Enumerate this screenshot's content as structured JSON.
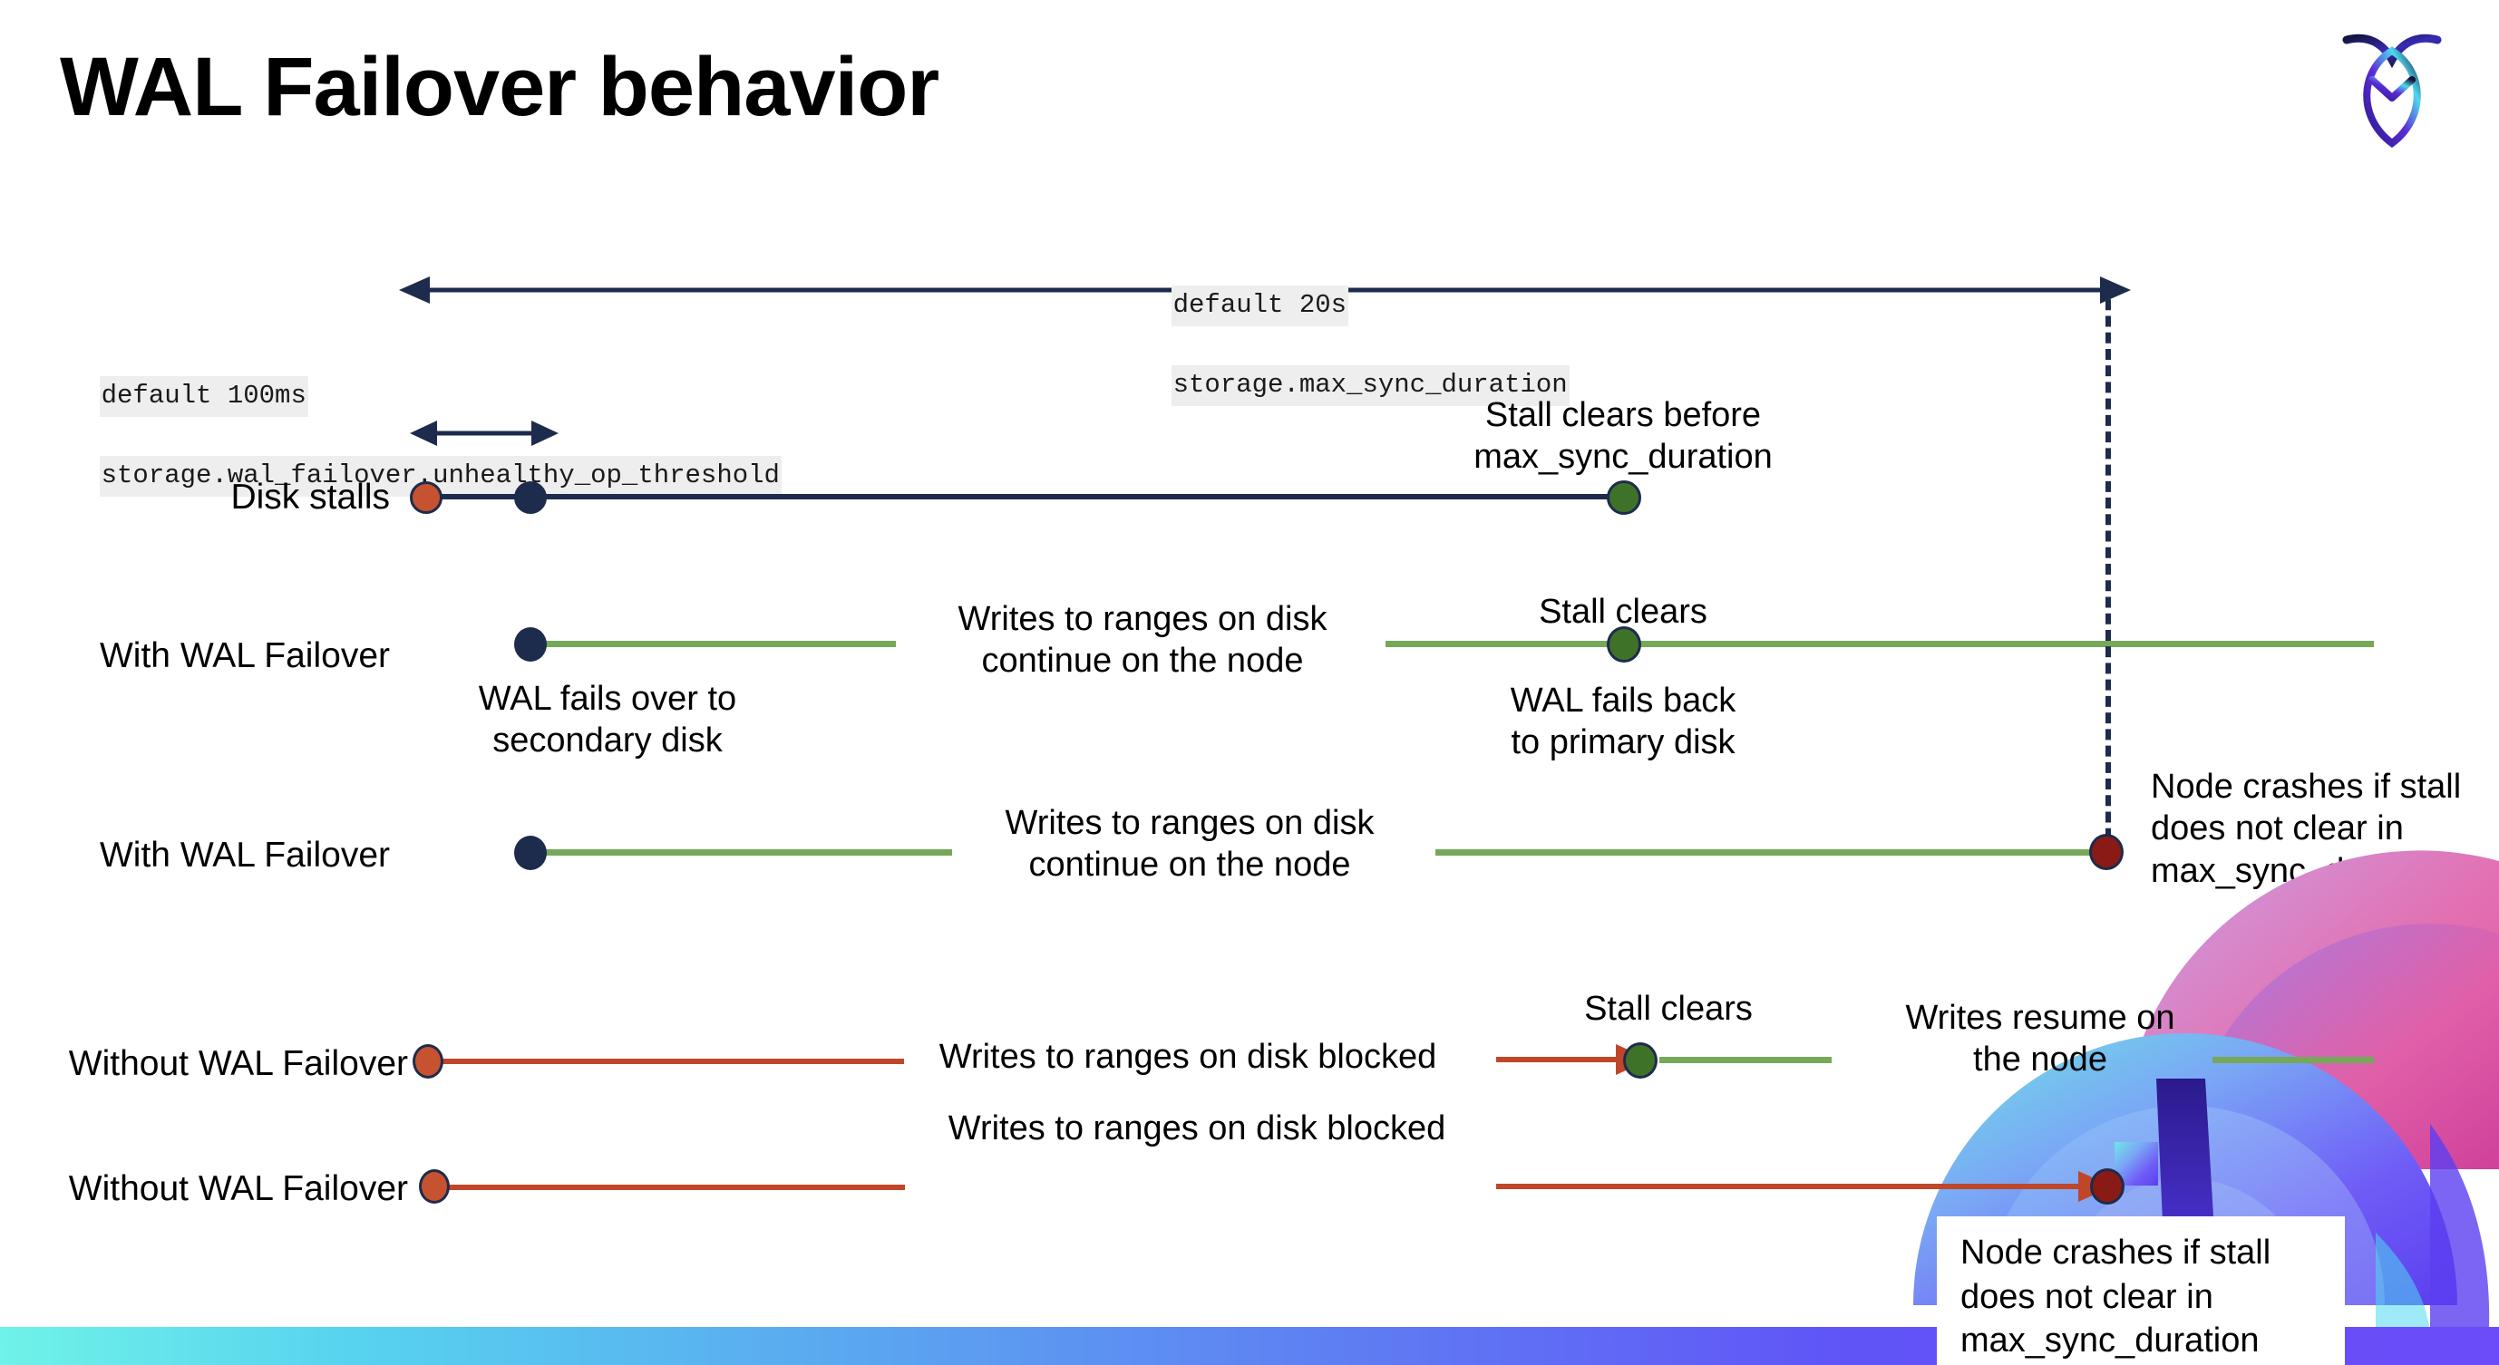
{
  "slide": {
    "title": "WAL Failover behavior",
    "logo_name": "cockroachdb-logo"
  },
  "settings": {
    "max_sync": {
      "default_line": "default 20s",
      "setting_line": "storage.max_sync_duration"
    },
    "unhealthy_op": {
      "default_line": "default 100ms",
      "setting_line": "storage.wal_failover.unhealthy_op_threshold"
    }
  },
  "rows": [
    {
      "label": "Disk stalls",
      "annotation_right": "Stall clears before\nmax_sync_duration"
    },
    {
      "label": "With WAL Failover",
      "annotation_mid": "Writes to ranges on disk\ncontinue on the node",
      "annotation_above": "Stall clears",
      "annotation_below_left": "WAL fails over to\nsecondary disk",
      "annotation_below_right": "WAL fails  back\nto primary disk"
    },
    {
      "label": "With WAL Failover",
      "annotation_mid": "Writes to ranges on disk\ncontinue on the node",
      "annotation_right": "Node crashes if stall\ndoes not clear in\nmax_sync_duration"
    },
    {
      "label": "Without WAL Failover",
      "annotation_mid": "Writes to ranges on disk  blocked",
      "annotation_above": "Stall clears",
      "annotation_right": "Writes resume on\nthe node"
    },
    {
      "label": "Without WAL Failover",
      "annotation_mid": "Writes to ranges on disk  blocked",
      "annotation_callout": "Node crashes if stall\ndoes not clear in\nmax_sync_duration"
    }
  ],
  "colors": {
    "navy": "#1d2b4c",
    "orange": "#c6522f",
    "green_line": "#76a85a",
    "green_dot": "#3f7229",
    "red_line": "#c0462a",
    "dark_red_dot": "#8a1a16",
    "code_bg": "#eeeeee"
  }
}
